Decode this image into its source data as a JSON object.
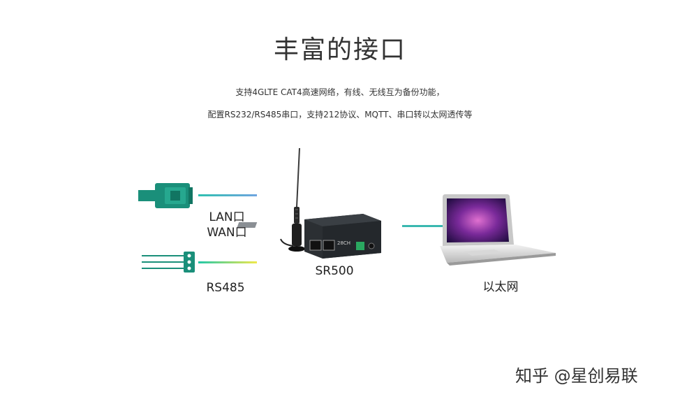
{
  "title": "丰富的接口",
  "description": {
    "line1": "支持4GLTE CAT4高速网络，有线、无线互为备份功能，",
    "line2": "配置RS232/RS485串口，支持212协议、MQTT、串口转以太网透传等"
  },
  "labels": {
    "lan_line1": "LAN口",
    "lan_line2": "WAN口",
    "rs485": "RS485",
    "device": "SR500",
    "ethernet": "以太网"
  },
  "device_text": "28CH",
  "watermark": "知乎 @星创易联",
  "colors": {
    "connector_green": "#1a8f7a",
    "lan_line_start": "#2fc0b0",
    "lan_line_end": "#6fa4e0",
    "rs_line_start": "#22c8a8",
    "rs_line_end": "#f0e84a",
    "eth_line": "#3ab8b0",
    "router_body": "#2b2f33"
  },
  "icons": [
    "rj45-connector-icon",
    "terminal-block-icon",
    "antenna-icon",
    "router-icon",
    "laptop-icon"
  ]
}
